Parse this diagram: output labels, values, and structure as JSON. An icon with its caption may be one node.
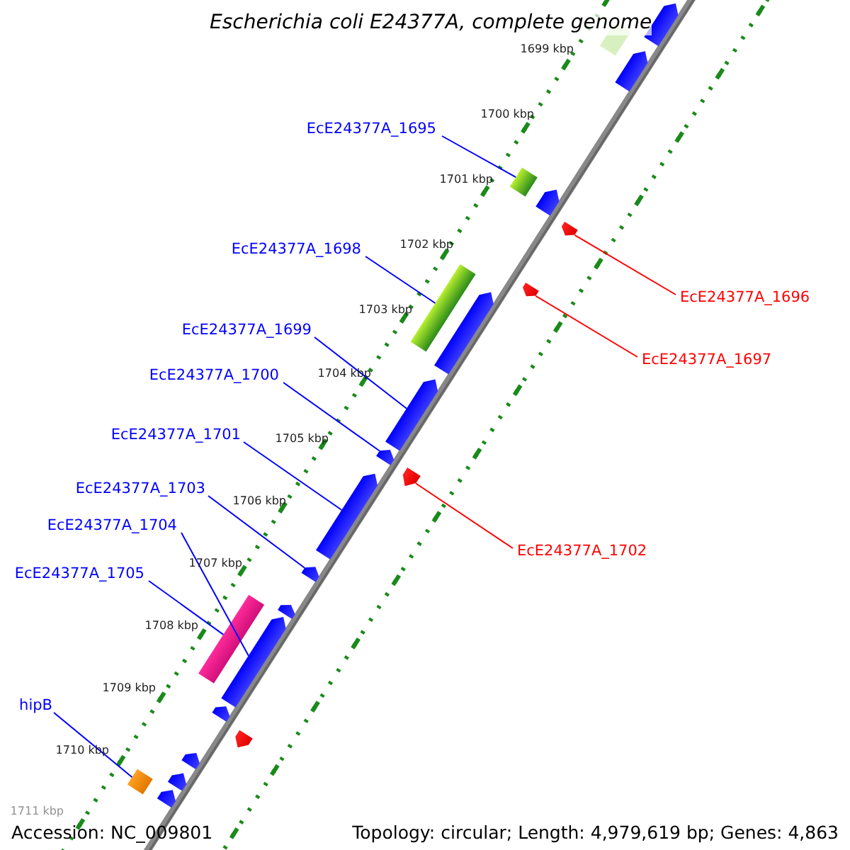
{
  "diagram": {
    "title": "Escherichia coli E24377A, complete genome",
    "nodes": [
      {
        "text": [
          "EcE24377A_1695"
        ]
      },
      {
        "text": [
          "EcE24377A_1696"
        ]
      },
      {
        "text": [
          "EcE24377A_1698"
        ]
      },
      {
        "text": [
          "EcE24377A_1697"
        ]
      },
      {
        "text": [
          "EcE24377A_1699"
        ]
      },
      {
        "text": [
          "EcE24377A_1700"
        ]
      },
      {
        "text": [
          "EcE24377A_1701"
        ]
      },
      {
        "text": [
          "EcE24377A_1702"
        ]
      },
      {
        "text": [
          "EcE24377A_1703"
        ]
      },
      {
        "text": [
          "EcE24377A_1704"
        ]
      },
      {
        "text": [
          "EcE24377A_1705"
        ]
      },
      {
        "text": [
          "hipB"
        ]
      },
      {
        "text": [],
        "shape": "bar"
      },
      {
        "text": [],
        "shape": "arrow"
      },
      {
        "text": [],
        "shape": "bar"
      },
      {
        "text": [],
        "shape": "arrow"
      },
      {
        "text": [],
        "shape": "arrow"
      },
      {
        "text": [],
        "shape": "arrow"
      },
      {
        "text": [],
        "shape": "arrow"
      },
      {
        "text": [],
        "shape": "arrow"
      },
      {
        "text": [],
        "shape": "arrow"
      },
      {
        "text": [],
        "shape": "arrow"
      },
      {
        "text": [],
        "shape": "bar"
      },
      {
        "text": [],
        "shape": "bar"
      },
      {
        "text": [],
        "shape": "arrow"
      },
      {
        "text": [],
        "shape": "bar"
      },
      {
        "text": [],
        "shape": "arrow"
      },
      {
        "text": [],
        "shape": "arrow"
      },
      {
        "text": [],
        "shape": "arrow"
      },
      {
        "text": [],
        "shape": "arrow"
      },
      {
        "text": [],
        "shape": "arrow"
      },
      {
        "text": [],
        "shape": "arrow"
      },
      {
        "text": [],
        "shape": "arrow"
      },
      {
        "text": [],
        "shape": "arrow"
      },
      {
        "text": [],
        "shape": "arrow"
      }
    ],
    "edges": [
      {
        "from": 0,
        "to": 12,
        "arrow": "none"
      },
      {
        "from": 1,
        "to": 13,
        "arrow": "none",
        "color": "#ff0000"
      },
      {
        "from": 2,
        "to": 14,
        "arrow": "none"
      },
      {
        "from": 3,
        "to": 15,
        "arrow": "none",
        "color": "#ff0000"
      },
      {
        "from": 4,
        "to": 16,
        "arrow": "none"
      },
      {
        "from": 5,
        "to": 17,
        "arrow": "none"
      },
      {
        "from": 6,
        "to": 18,
        "arrow": "none"
      },
      {
        "from": 7,
        "to": 19,
        "arrow": "none",
        "color": "#ff0000"
      },
      {
        "from": 8,
        "to": 20,
        "arrow": "none"
      },
      {
        "from": 9,
        "to": 21,
        "arrow": "none"
      },
      {
        "from": 10,
        "to": 22,
        "arrow": "none"
      },
      {
        "from": 11,
        "to": 23,
        "arrow": "none"
      }
    ],
    "labels": [
      "1699 kbp",
      "1700 kbp",
      "1701 kbp",
      "1702 kbp",
      "1703 kbp",
      "1704 kbp",
      "1705 kbp",
      "1706 kbp",
      "1707 kbp",
      "1708 kbp",
      "1709 kbp",
      "1710 kbp",
      "1711 kbp",
      "Accession: NC_009801",
      "Topology: circular; Length: 4,979,619 bp; Genes: 4,863"
    ]
  }
}
